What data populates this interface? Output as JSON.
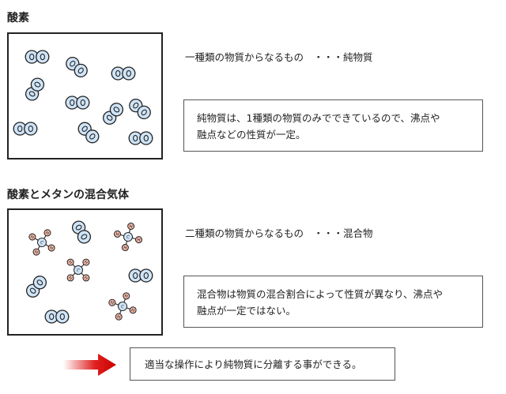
{
  "section_pure": {
    "heading": "酸素",
    "description": "一種類の物質からなるもの　・・・純物質",
    "note_lines": [
      "純物質は、1種類の物質のみでできているので、沸点や",
      "融点などの性質が一定。"
    ]
  },
  "section_mixture": {
    "heading": "酸素とメタンの混合気体",
    "description": "二種類の物質からなるもの　・・・混合物",
    "note_lines": [
      "混合物は物質の混合割合によって性質が異なり、沸点や",
      "融点が一定ではない。"
    ]
  },
  "conclusion": {
    "text": "適当な操作により純物質に分離する事ができる。"
  },
  "atom_labels": {
    "carbon": "C",
    "hydrogen": "H"
  },
  "colors": {
    "oxygen": "#cfe4f7",
    "hydrogen": "#f3b9a8",
    "arrow": "#d40000"
  }
}
